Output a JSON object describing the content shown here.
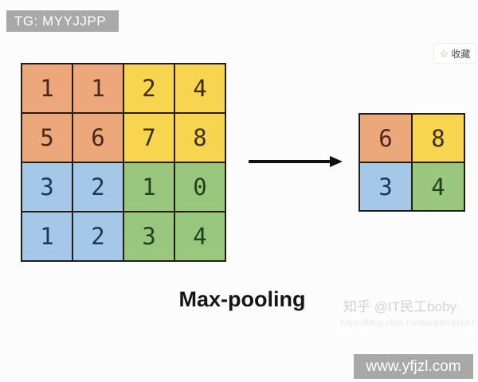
{
  "page": {
    "background": "#fcfcfc"
  },
  "tg_label": {
    "text": "TG: MYYJJPP",
    "background": "#a9a9a9"
  },
  "favorite_button": {
    "star_icon": "☆",
    "label": "收藏"
  },
  "matrices": {
    "input": {
      "rows": [
        [
          1,
          1,
          2,
          4
        ],
        [
          5,
          6,
          7,
          8
        ],
        [
          3,
          2,
          1,
          0
        ],
        [
          1,
          2,
          3,
          4
        ]
      ],
      "regions": [
        [
          "orange",
          "orange",
          "yellow",
          "yellow"
        ],
        [
          "orange",
          "orange",
          "yellow",
          "yellow"
        ],
        [
          "blue",
          "blue",
          "green",
          "green"
        ],
        [
          "blue",
          "blue",
          "green",
          "green"
        ]
      ]
    },
    "output": {
      "rows": [
        [
          6,
          8
        ],
        [
          3,
          4
        ]
      ],
      "regions": [
        [
          "orange",
          "yellow"
        ],
        [
          "blue",
          "green"
        ]
      ]
    }
  },
  "colors": {
    "fill": {
      "orange": "#eca87a",
      "yellow": "#f8d54e",
      "blue": "#a5c8e9",
      "green": "#99c77d"
    },
    "text": {
      "orange": "#49291c",
      "yellow": "#3d2f10",
      "blue": "#1f3850",
      "green": "#22401c"
    },
    "border": "#241d15",
    "arrow": "#111111"
  },
  "caption": "Max-pooling",
  "watermarks": {
    "author": "知乎 @IT民工boby",
    "url": "https://blog.csdn.net/kanjianqi1847",
    "site": "www.yfjzl.com"
  }
}
